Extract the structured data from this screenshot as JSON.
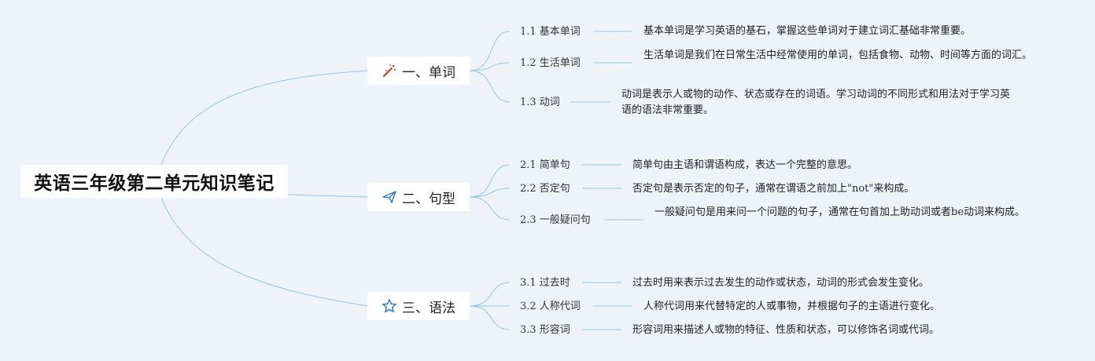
{
  "root": {
    "title": "英语三年级第二单元知识笔记"
  },
  "topics": [
    {
      "label": "一、单词",
      "icon": "magic-wand-icon",
      "items": [
        {
          "label": "1.1 基本单词",
          "desc": "基本单词是学习英语的基石，掌握这些单词对于建立词汇基础非常重要。"
        },
        {
          "label": "1.2 生活单词",
          "desc": "生活单词是我们在日常生活中经常使用的单词，包括食物、动物、时间等方面的词汇。"
        },
        {
          "label": "1.3 动词",
          "desc": "动词是表示人或物的动作、状态或存在的词语。学习动词的不同形式和用法对于学习英语的语法非常重要。"
        }
      ]
    },
    {
      "label": "二、句型",
      "icon": "paper-plane-icon",
      "items": [
        {
          "label": "2.1 简单句",
          "desc": "简单句由主语和谓语构成，表达一个完整的意思。"
        },
        {
          "label": "2.2 否定句",
          "desc": "否定句是表示否定的句子，通常在谓语之前加上\"not\"来构成。"
        },
        {
          "label": "2.3 一般疑问句",
          "desc": "一般疑问句是用来问一个问题的句子，通常在句首加上助动词或者be动词来构成。"
        }
      ]
    },
    {
      "label": "三、语法",
      "icon": "star-icon",
      "items": [
        {
          "label": "3.1 过去时",
          "desc": "过去时用来表示过去发生的动作或状态，动词的形式会发生变化。"
        },
        {
          "label": "3.2 人称代词",
          "desc": "人称代词用来代替特定的人或事物，并根据句子的主语进行变化。"
        },
        {
          "label": "3.3 形容词",
          "desc": "形容词用来描述人或物的特征、性质和状态，可以修饰名词或代词。"
        }
      ]
    }
  ],
  "colors": {
    "line": "#7cc0e6",
    "accent_red": "#d9332b",
    "accent_blue": "#2f7fc1"
  }
}
